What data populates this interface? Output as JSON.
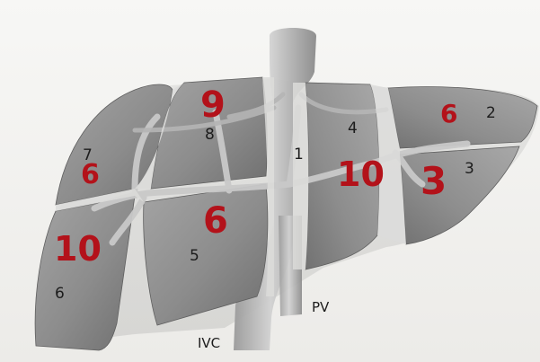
{
  "diagram": {
    "segment_numbers": [
      "1",
      "2",
      "3",
      "4",
      "5",
      "6",
      "7",
      "8"
    ],
    "annotations": [
      "6",
      "9",
      "10",
      "6",
      "3",
      "10",
      "6"
    ],
    "vessel_labels": {
      "ivc": "IVC",
      "pv": "PV"
    }
  },
  "colors": {
    "segment_fill": "#8f8f8f",
    "segment_shadow": "#6e6e6e",
    "vessel_fill": "#b8b8b8",
    "annotation_red": "#b3121a",
    "background": "#f3f3f1"
  }
}
